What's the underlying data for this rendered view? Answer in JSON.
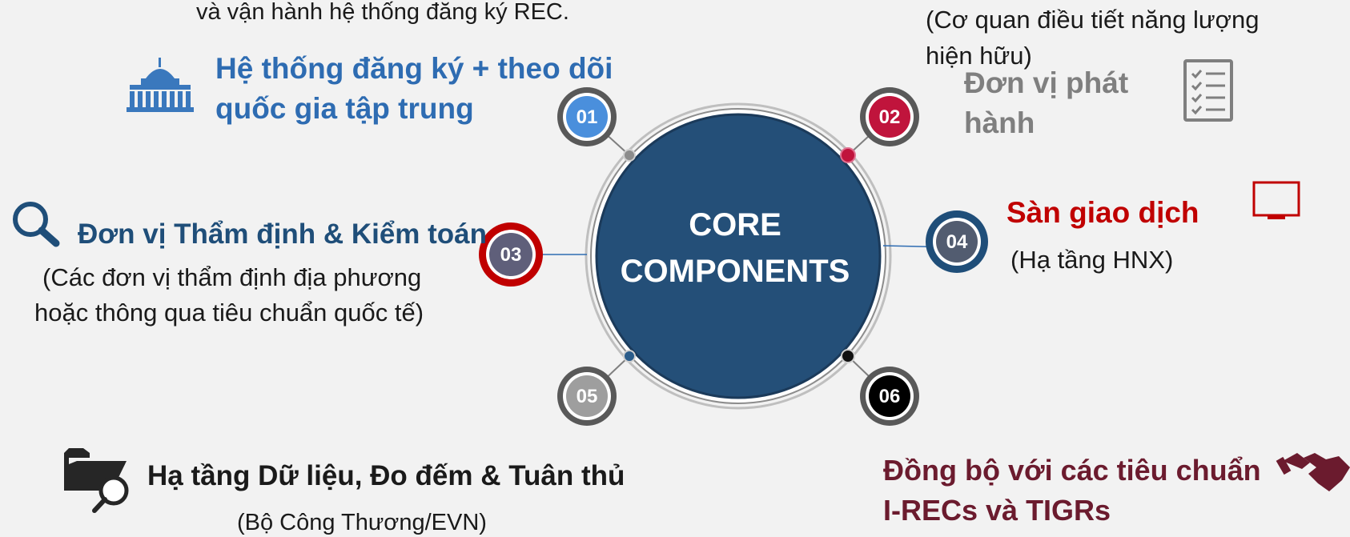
{
  "center": {
    "line1": "CORE",
    "line2": "COMPONENTS"
  },
  "colors": {
    "bg": "#f2f2f2",
    "center_fill": "#244f78",
    "blue_title": "#2e6cb2",
    "navy_title": "#1f4e79",
    "red_title": "#c00000",
    "maroon_title": "#6b1b2e",
    "gray_title": "#7f7f7f",
    "badge_01": "#4a8fdc",
    "badge_02": "#c0143c",
    "badge_03": "#5f5f7a",
    "badge_03_ring": "#c00000",
    "badge_04": "#525c70",
    "badge_04_ring": "#1f4e79",
    "badge_05": "#9e9e9e",
    "badge_06": "#000000"
  },
  "badges": [
    {
      "num": "01"
    },
    {
      "num": "02"
    },
    {
      "num": "03"
    },
    {
      "num": "04"
    },
    {
      "num": "05"
    },
    {
      "num": "06"
    }
  ],
  "comp01": {
    "top_text": "và vận hành hệ thống đăng ký REC.",
    "title_line1": "Hệ thống đăng ký + theo dõi",
    "title_line2": "quốc gia tập trung",
    "icon": "government-building-icon"
  },
  "comp02": {
    "top_line1": "(Cơ quan điều tiết năng lượng",
    "top_line2": "hiện hữu)",
    "title_line1": "Đơn vị phát",
    "title_line2": "hành",
    "icon": "checklist-icon"
  },
  "comp03": {
    "title": "Đơn vị Thẩm định & Kiểm toán",
    "desc_line1": "(Các đơn vị thẩm định địa phương",
    "desc_line2": "hoặc thông qua tiêu chuẩn quốc tế)",
    "icon": "magnifier-icon"
  },
  "comp04": {
    "title": "Sàn giao dịch",
    "desc": "(Hạ tầng HNX)",
    "icon": "monitor-icon"
  },
  "comp05": {
    "title": "Hạ tầng Dữ liệu, Đo đếm & Tuân thủ",
    "desc": "(Bộ Công Thương/EVN)",
    "icon": "folder-search-icon"
  },
  "comp06": {
    "title_line1": "Đồng bộ với các tiêu chuẩn",
    "title_line2": "I-RECs và TIGRs",
    "icon": "handshake-icon"
  }
}
